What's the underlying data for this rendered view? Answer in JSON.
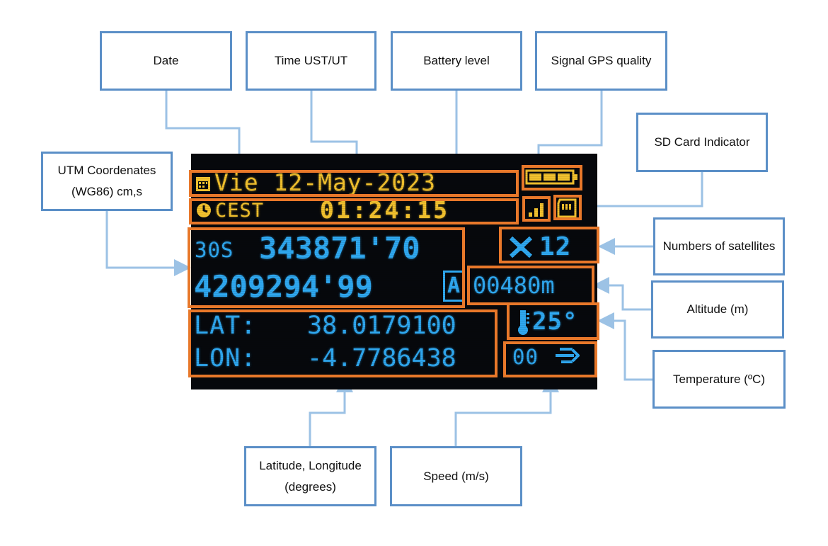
{
  "labels": {
    "date": "Date",
    "time": "Time UST/UT",
    "battery": "Battery level",
    "signal": "Signal GPS quality",
    "sd_card": "SD Card Indicator",
    "utm": "UTM Coordenates (WG86) cm,s",
    "satellites": "Numbers of satellites",
    "altitude": "Altitude (m)",
    "temperature": "Temperature (ºC)",
    "latlon": "Latitude, Longitude (degrees)",
    "speed": "Speed (m/s)"
  },
  "display": {
    "date_text": "Vie 12-May-2023",
    "timezone": "CEST",
    "time_text": "01:24:15",
    "utm_zone": "30S",
    "utm_easting": "343871'70",
    "utm_northing": "4209294'99",
    "utm_hemisphere": "A",
    "satellites": "12",
    "altitude": "00480m",
    "lat_label": "LAT:",
    "lat_value": "38.0179100",
    "lon_label": "LON:",
    "lon_value": "-4.7786438",
    "temperature": "25°",
    "speed": "00"
  },
  "colors": {
    "callout_border": "#5b8fc7",
    "connector": "#9cc2e5",
    "highlight_frame": "#e8782a",
    "oled_yellow": "#f2c12e",
    "oled_blue": "#2fa8f0"
  },
  "icons": [
    "calendar-icon",
    "clock-icon",
    "battery-icon",
    "signal-icon",
    "sd-card-icon",
    "satellite-icon",
    "thermometer-icon",
    "speed-icon"
  ]
}
